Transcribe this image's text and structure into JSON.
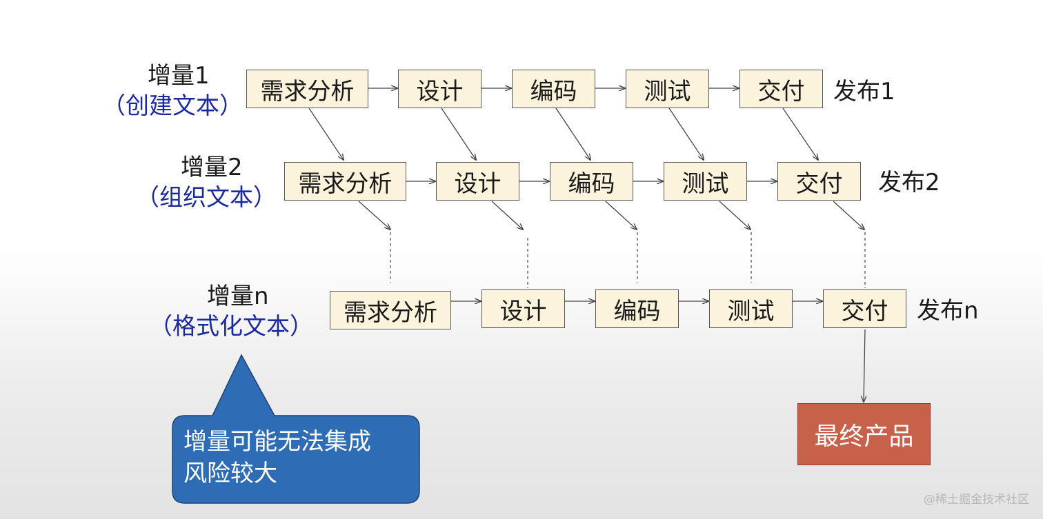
{
  "increments": [
    {
      "title": "增量1",
      "subtitle": "（创建文本）",
      "stages": [
        "需求分析",
        "设计",
        "编码",
        "测试",
        "交付"
      ],
      "release": "发布1"
    },
    {
      "title": "增量2",
      "subtitle": "（组织文本）",
      "stages": [
        "需求分析",
        "设计",
        "编码",
        "测试",
        "交付"
      ],
      "release": "发布2"
    },
    {
      "title": "增量n",
      "subtitle": "（格式化文本）",
      "stages": [
        "需求分析",
        "设计",
        "编码",
        "测试",
        "交付"
      ],
      "release": "发布n"
    }
  ],
  "final_product": "最终产品",
  "callout": {
    "line1": "增量可能无法集成",
    "line2": "风险较大"
  },
  "watermark": "@稀土掘金技术社区",
  "colors": {
    "stage_fill": "#fbf3dc",
    "final_fill": "#c8614a",
    "callout_fill": "#2e6db6",
    "subtitle_text": "#1c2aa0"
  }
}
